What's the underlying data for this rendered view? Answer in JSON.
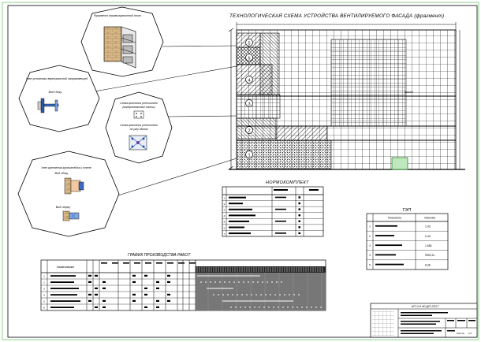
{
  "title": "ТЕХНОЛОГИЧЕСКАЯ СХЕМА УСТРОЙСТВА ВЕНТИЛИРУЕМОГО ФАСАДА (фрагмент)",
  "callouts": {
    "c1": "Фрагмент керамогранитной плит",
    "c2_title": "Узел установки вертикальной направляющей",
    "c2_sub": "Вид сбоку",
    "c3_a": "Схема крепления утеплителя",
    "c3_b": "(минераловатные плиты)",
    "c3_c": "Схема крепления утеплителя",
    "c3_d": "на углу здания",
    "c4_title": "Узел крепления кронштейна к стене",
    "c4_a": "Вид сбоку",
    "c4_b": "Вид сверху"
  },
  "facade_markers": [
    "5",
    "6",
    "4",
    "3",
    "2",
    "1"
  ],
  "norm": {
    "title": "НОРМОКОМПЛЕКТ",
    "rows": [
      "1",
      "2",
      "3",
      "4",
      "5",
      "6",
      "7"
    ]
  },
  "tep": {
    "title": "ТЭП",
    "col_name": "Показатель",
    "col_value": "Значение",
    "rows": [
      {
        "n": "1",
        "value": "1,43"
      },
      {
        "n": "2",
        "value": "0,43"
      },
      {
        "n": "3",
        "value": "1,684"
      },
      {
        "n": "4",
        "value": "9993,31"
      },
      {
        "n": "5",
        "value": "8,36"
      }
    ]
  },
  "schedule": {
    "title": "ГРАФИК ПРОИЗВОДСТВА РАБОТ",
    "col_name": "Наименование",
    "rows": [
      "1",
      "2",
      "3",
      "4",
      "5",
      "6"
    ]
  },
  "stamp": {
    "code": "КП 0,0 40 ДП.2017",
    "sheet_word": "Листов",
    "sheet_num": "1/1"
  }
}
